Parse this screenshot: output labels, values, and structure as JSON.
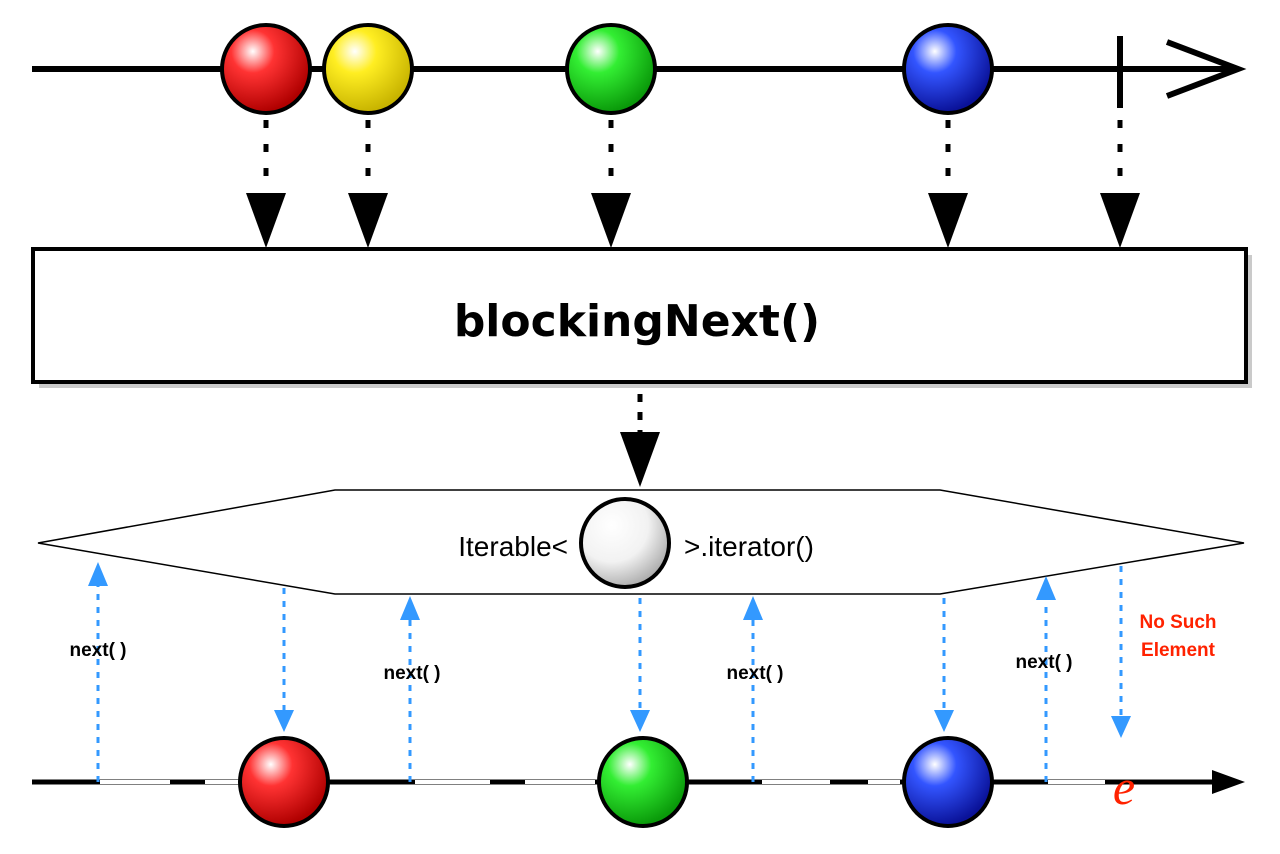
{
  "operator": {
    "label": "blockingNext()"
  },
  "iterator": {
    "prefix": "Iterable<",
    "suffix": ">.iterator()"
  },
  "source_items": [
    {
      "color": "red"
    },
    {
      "color": "yellow"
    },
    {
      "color": "green"
    },
    {
      "color": "blue"
    }
  ],
  "output_items": [
    {
      "color": "red"
    },
    {
      "color": "green"
    },
    {
      "color": "blue"
    }
  ],
  "calls": [
    {
      "label": "next( )"
    },
    {
      "label": "next( )"
    },
    {
      "label": "next( )"
    },
    {
      "label": "next( )"
    }
  ],
  "error": {
    "line1": "No Such",
    "line2": "Element",
    "symbol": "e",
    "color": "#ff2200"
  },
  "colors": {
    "red": "#ee0000",
    "yellow": "#eedd00",
    "green": "#11cc11",
    "blue": "#1122dd",
    "arrow_blue": "#3399ff"
  }
}
